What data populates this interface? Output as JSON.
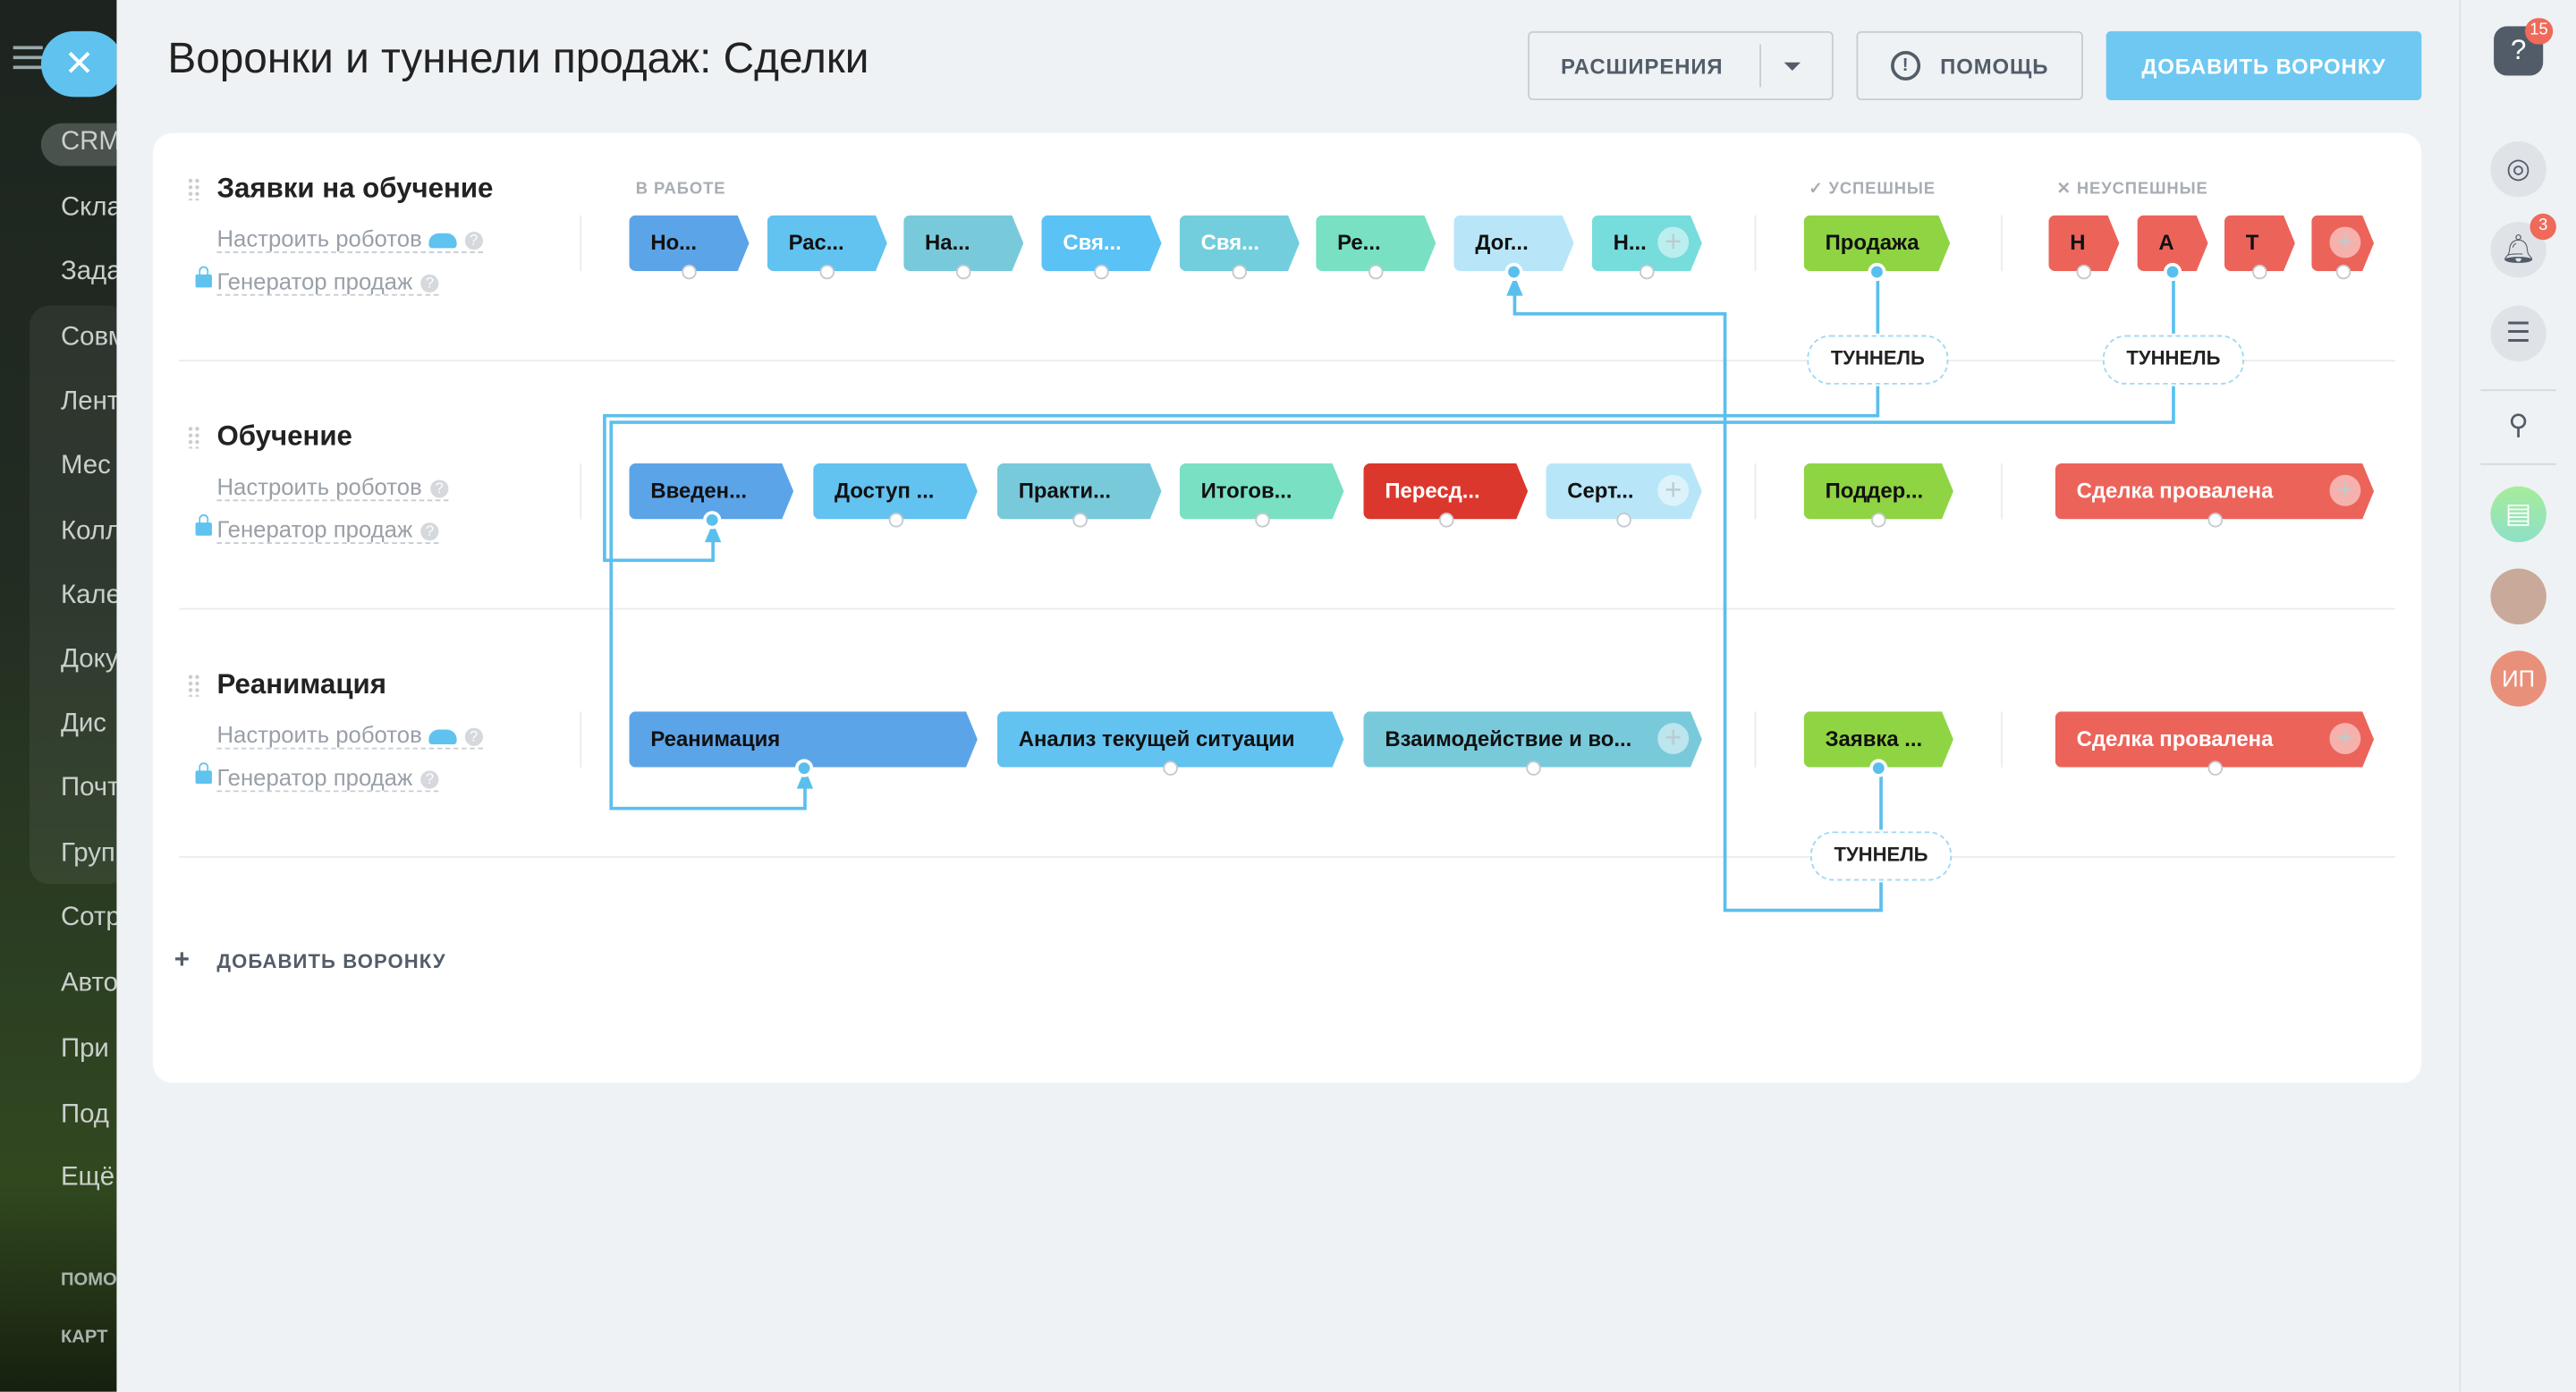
{
  "sidebar": {
    "items": [
      "CRM",
      "Скла",
      "Зада",
      "Совм",
      "Лент",
      "Мес",
      "Колл",
      "Кале",
      "Доку",
      "Дис",
      "Почт",
      "Груп",
      "Сотр",
      "Авто",
      "При",
      "Под",
      "Ещё"
    ],
    "small": [
      "ПОМО",
      "КАРТ"
    ],
    "close": "✕"
  },
  "header": {
    "title": "Воронки и туннели продаж: Сделки",
    "extensions": "РАСШИРЕНИЯ",
    "help": "ПОМОЩЬ",
    "add_funnel": "ДОБАВИТЬ ВОРОНКУ"
  },
  "columns": {
    "in_work": "В РАБОТЕ",
    "success": "✓ УСПЕШНЫЕ",
    "fail": "✕ НЕУСПЕШНЫЕ"
  },
  "funnels": [
    {
      "name": "Заявки на обучение",
      "robots": "Настроить роботов",
      "generator": "Генератор продаж",
      "robot_icon": true,
      "stages": [
        {
          "label": "Но...",
          "color": "#5ca4e8"
        },
        {
          "label": "Рас...",
          "color": "#62c2f0"
        },
        {
          "label": "На...",
          "color": "#78cadb"
        },
        {
          "label": "Свя...",
          "color": "#5bc2f5",
          "light": true
        },
        {
          "label": "Свя...",
          "color": "#72cedc",
          "light": true
        },
        {
          "label": "Ре...",
          "color": "#79e0c4"
        },
        {
          "label": "Дог...",
          "color": "#b8e6f8"
        },
        {
          "label": "Н...",
          "color": "#77dcdc"
        }
      ],
      "success": [
        {
          "label": "Продажа",
          "color": "#8fd443"
        }
      ],
      "fail": [
        {
          "label": "Н",
          "color": "#ec635a"
        },
        {
          "label": "А",
          "color": "#ec635a"
        },
        {
          "label": "Т",
          "color": "#ec635a"
        },
        {
          "label": "",
          "color": "#ec635a"
        }
      ]
    },
    {
      "name": "Обучение",
      "robots": "Настроить роботов",
      "generator": "Генератор продаж",
      "robot_icon": false,
      "stages": [
        {
          "label": "Введен...",
          "color": "#5ca4e8"
        },
        {
          "label": "Доступ ...",
          "color": "#62c2f0"
        },
        {
          "label": "Практи...",
          "color": "#78cadb"
        },
        {
          "label": "Итогов...",
          "color": "#79e0c4"
        },
        {
          "label": "Пересд...",
          "color": "#dc372d",
          "light": true
        },
        {
          "label": "Серт...",
          "color": "#b8e6f8"
        }
      ],
      "success": [
        {
          "label": "Поддер...",
          "color": "#8fd443"
        }
      ],
      "fail": [
        {
          "label": "Сделка провалена",
          "color": "#ec635a",
          "light": true
        }
      ]
    },
    {
      "name": "Реанимация",
      "robots": "Настроить роботов",
      "generator": "Генератор продаж",
      "robot_icon": true,
      "stages": [
        {
          "label": "Реанимация",
          "color": "#5ca4e8"
        },
        {
          "label": "Анализ текущей ситуации",
          "color": "#62c2f0"
        },
        {
          "label": "Взаимодействие и во...",
          "color": "#78cadb"
        }
      ],
      "success": [
        {
          "label": "Заявка ...",
          "color": "#8fd443"
        }
      ],
      "fail": [
        {
          "label": "Сделка провалена",
          "color": "#ec635a",
          "light": true
        }
      ]
    }
  ],
  "tunnel_label": "ТУННЕЛЬ",
  "add_funnel_bottom": "ДОБАВИТЬ ВОРОНКУ",
  "right_panel": {
    "help_badge": "15",
    "bell_badge": "3",
    "avatar_initials": "ИП"
  },
  "colors": {
    "accent": "#5fc2ef",
    "line": "#5bbfee"
  }
}
